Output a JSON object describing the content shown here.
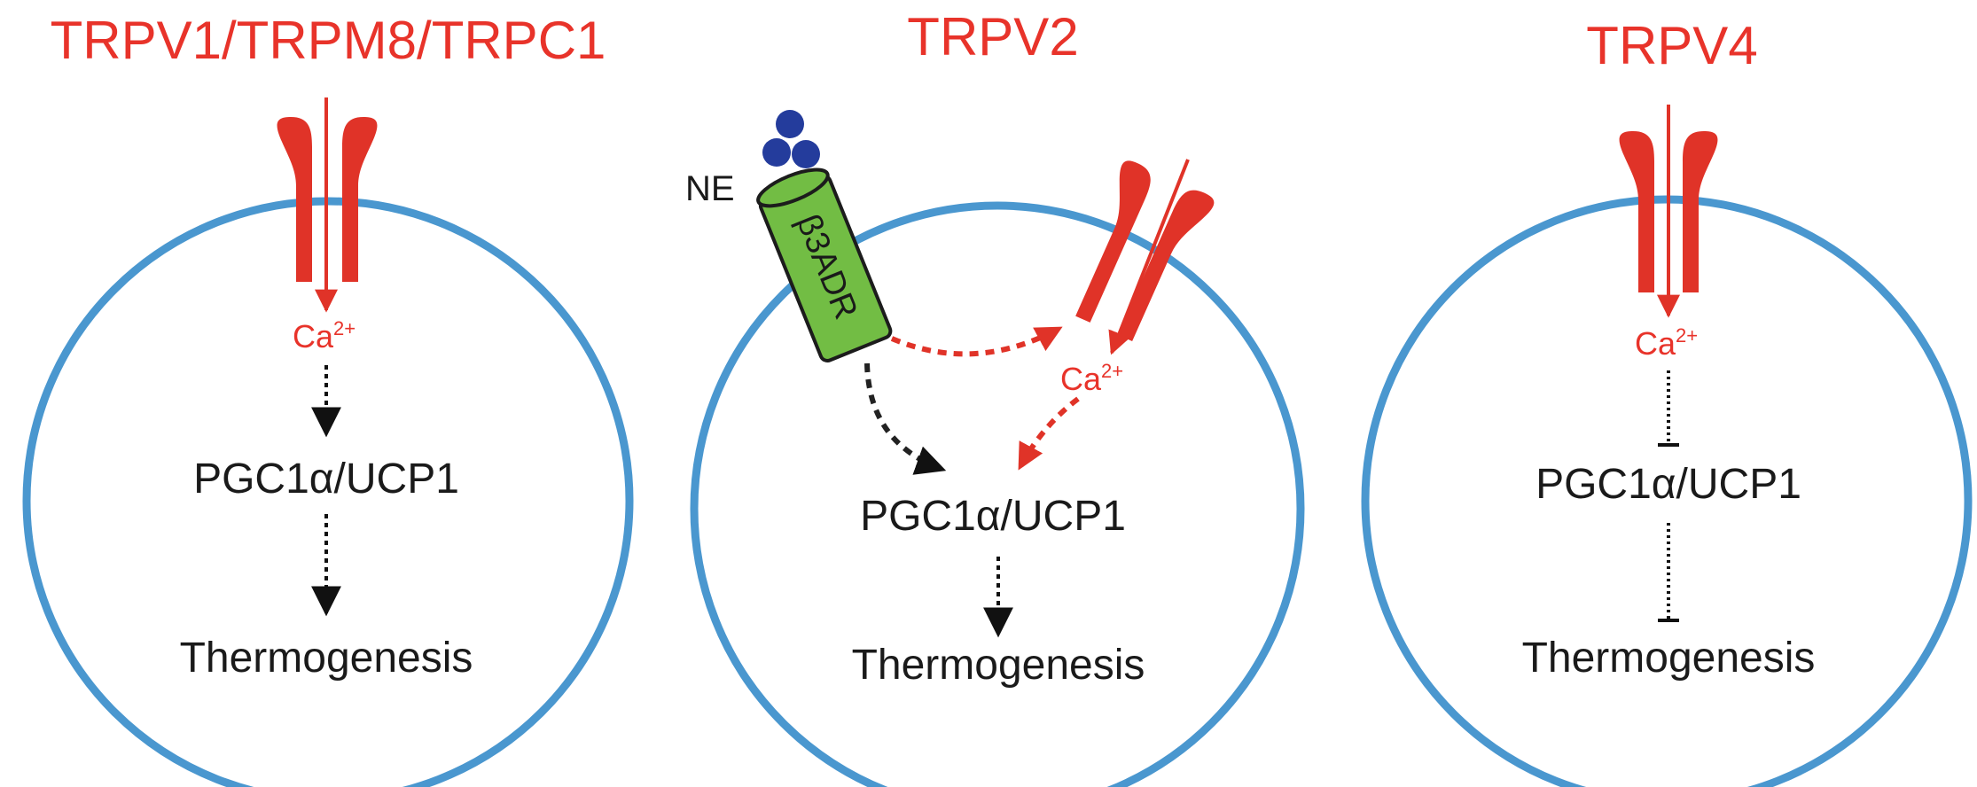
{
  "panels": [
    {
      "title": "TRPV1/TRPM8/TRPC1",
      "ion": "Ca",
      "ion_charge": "2+",
      "target": "PGC1α/UCP1",
      "outcome": "Thermogenesis",
      "effect": "activation"
    },
    {
      "title": "TRPV2",
      "ligand": "NE",
      "receptor": "β3ADR",
      "ion": "Ca",
      "ion_charge": "2+",
      "target": "PGC1α/UCP1",
      "outcome": "Thermogenesis",
      "effect": "activation"
    },
    {
      "title": "TRPV4",
      "ion": "Ca",
      "ion_charge": "2+",
      "target": "PGC1α/UCP1",
      "outcome": "Thermogenesis",
      "effect": "inhibition"
    }
  ],
  "colors": {
    "title": "#e8332a",
    "channel": "#e03328",
    "membrane": "#4a97cf",
    "ligand": "#243c9c",
    "receptor": "#72bd44"
  }
}
